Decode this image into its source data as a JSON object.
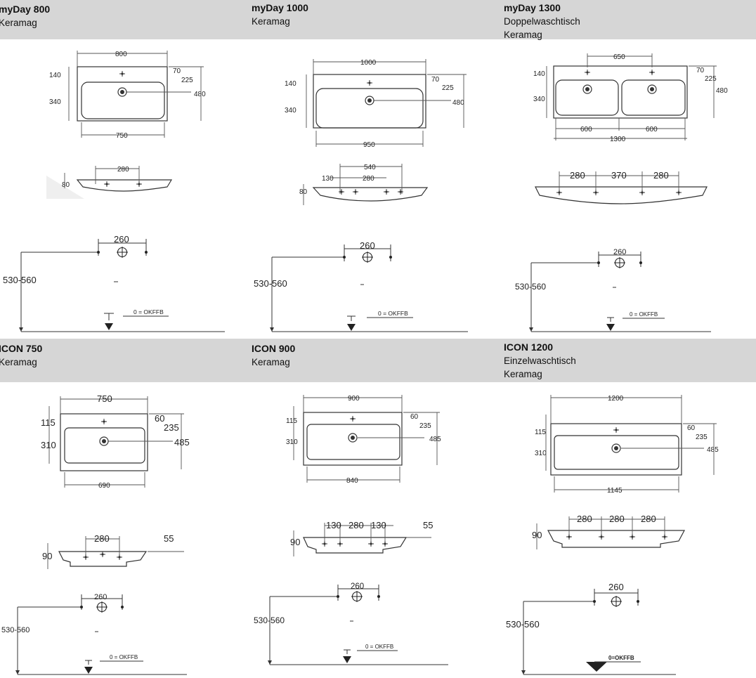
{
  "products": [
    {
      "title": "myDay 800",
      "subtitle_lines": [
        "Keramag"
      ],
      "plan_dims": [
        "800",
        "140",
        "70",
        "225",
        "340",
        "480",
        "750"
      ],
      "side_dims": [
        "280",
        "80"
      ],
      "install": {
        "spacing": "260",
        "height": "530-560",
        "floor_label": "0 = OKFFB"
      }
    },
    {
      "title": "myDay 1000",
      "subtitle_lines": [
        "Keramag"
      ],
      "plan_dims": [
        "1000",
        "140",
        "70",
        "225",
        "340",
        "480",
        "950"
      ],
      "side_dims": [
        "540",
        "130",
        "280",
        "80"
      ],
      "install": {
        "spacing": "260",
        "height": "530-560",
        "floor_label": "0 = OKFFB"
      }
    },
    {
      "title": "myDay 1300",
      "subtitle_lines": [
        "Doppelwaschtisch",
        "Keramag"
      ],
      "plan_dims": [
        "650",
        "140",
        "70",
        "225",
        "340",
        "480",
        "600",
        "600",
        "1300"
      ],
      "side_dims": [
        "280",
        "370",
        "280"
      ],
      "install": {
        "spacing": "260",
        "height": "530-560",
        "floor_label": "0 = OKFFB"
      }
    },
    {
      "title": "ICON 750",
      "subtitle_lines": [
        "Keramag"
      ],
      "plan_dims": [
        "750",
        "115",
        "60",
        "235",
        "310",
        "485",
        "690"
      ],
      "side_dims": [
        "280",
        "55",
        "90"
      ],
      "install": {
        "spacing": "260",
        "height": "530-560",
        "floor_label": "0 = OKFFB"
      }
    },
    {
      "title": "ICON 900",
      "subtitle_lines": [
        "Keramag"
      ],
      "plan_dims": [
        "900",
        "115",
        "60",
        "235",
        "310",
        "485",
        "840"
      ],
      "side_dims": [
        "130",
        "280",
        "130",
        "55",
        "90"
      ],
      "install": {
        "spacing": "260",
        "height": "530-560",
        "floor_label": "0 = OKFFB"
      }
    },
    {
      "title": "ICON 1200",
      "subtitle_lines": [
        "Einzelwaschtisch",
        "Keramag"
      ],
      "plan_dims": [
        "1200",
        "115",
        "60",
        "235",
        "310",
        "485",
        "1145"
      ],
      "side_dims": [
        "280",
        "280",
        "280",
        "90"
      ],
      "install": {
        "spacing": "260",
        "height": "530-560",
        "floor_label": "0=OKFFB"
      }
    }
  ],
  "colors": {
    "header_band": "#d6d6d6",
    "line": "#555555"
  },
  "icons": [
    "tap-hole-icon",
    "drain-icon",
    "floor-level-icon"
  ]
}
